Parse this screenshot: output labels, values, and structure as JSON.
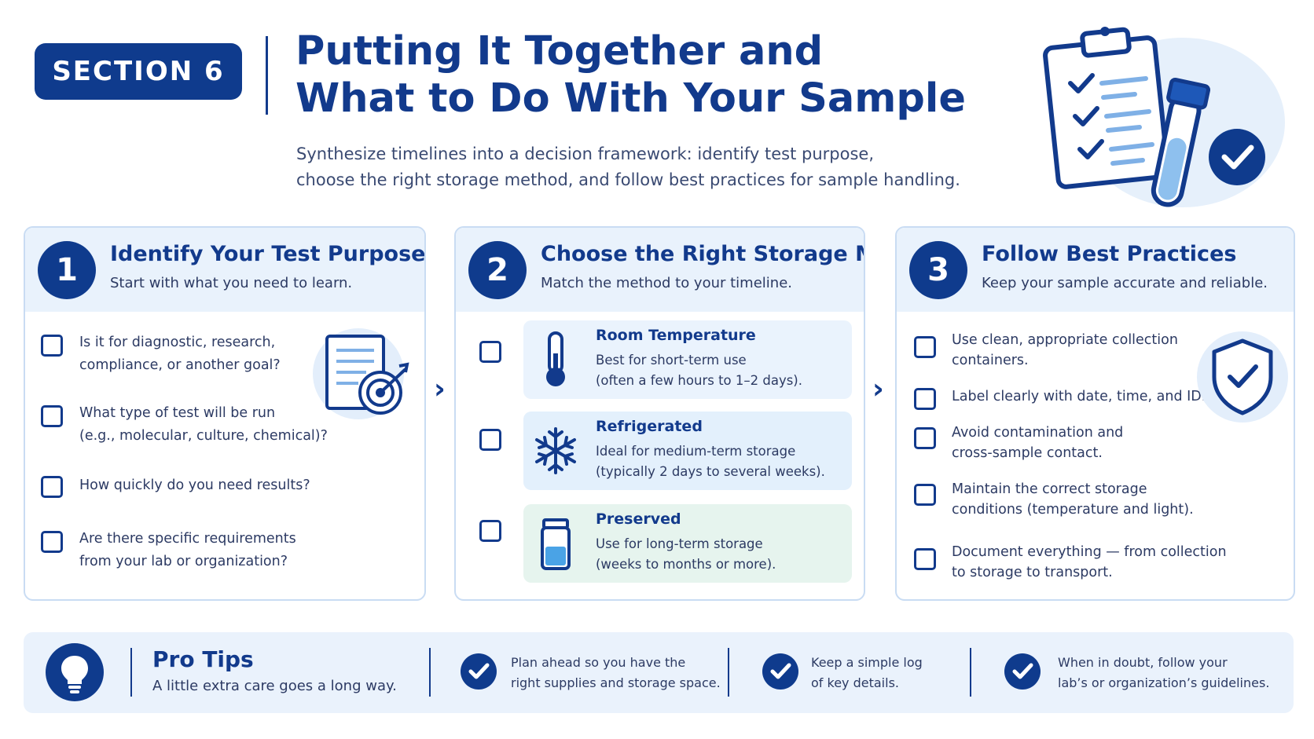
{
  "header": {
    "section_label": "SECTION 6",
    "title_line1": "Putting It Together and",
    "title_line2": "What to Do With Your Sample",
    "subtitle_line1": "Synthesize timelines into a decision framework: identify test purpose,",
    "subtitle_line2": "choose the right storage method, and follow best practices for sample handling."
  },
  "steps": [
    {
      "number": "1",
      "title": "Identify Your Test Purpose",
      "subtitle": "Start with what you need to learn.",
      "items": [
        {
          "line1": "Is it for diagnostic, research,",
          "line2": "compliance, or another goal?"
        },
        {
          "line1": "What type of test will be run",
          "line2": "(e.g., molecular, culture, chemical)?"
        },
        {
          "line1": "How quickly do you need results?",
          "line2": ""
        },
        {
          "line1": "Are there specific requirements",
          "line2": "from your lab or organization?"
        }
      ]
    },
    {
      "number": "2",
      "title": "Choose the Right Storage Method",
      "subtitle": "Match the method to your timeline.",
      "options": [
        {
          "title": "Room Temperature",
          "line1": "Best for short-term use",
          "line2": "(often a few hours to 1–2 days).",
          "icon": "thermometer-icon",
          "bg": "#eaf3fd"
        },
        {
          "title": "Refrigerated",
          "line1": "Ideal for medium-term storage",
          "line2": "(typically 2 days to several weeks).",
          "icon": "snowflake-icon",
          "bg": "#e3f0fc"
        },
        {
          "title": "Preserved",
          "line1": "Use for long-term storage",
          "line2": "(weeks to months or more).",
          "icon": "jar-icon",
          "bg": "#e6f4ee"
        }
      ]
    },
    {
      "number": "3",
      "title": "Follow Best Practices",
      "subtitle": "Keep your sample accurate and reliable.",
      "items": [
        {
          "line1": "Use clean, appropriate collection",
          "line2": "containers."
        },
        {
          "line1": "Label clearly with date, time, and ID.",
          "line2": ""
        },
        {
          "line1": "Avoid contamination and",
          "line2": "cross-sample contact."
        },
        {
          "line1": "Maintain the correct storage",
          "line2": "conditions (temperature and light)."
        },
        {
          "line1": "Document everything — from collection",
          "line2": "to storage to transport."
        }
      ]
    }
  ],
  "pro_tips": {
    "title": "Pro Tips",
    "subtitle": "A little extra care goes a long way.",
    "tips": [
      {
        "line1": "Plan ahead so you have the",
        "line2": "right supplies and storage space."
      },
      {
        "line1": "Keep a simple log",
        "line2": "of key details."
      },
      {
        "line1": "When in doubt, follow your",
        "line2": "lab’s or organization’s guidelines."
      }
    ]
  },
  "colors": {
    "navy": "#0f3b8d",
    "light_blue": "#e9f2fc",
    "border": "#c9dcf3"
  }
}
